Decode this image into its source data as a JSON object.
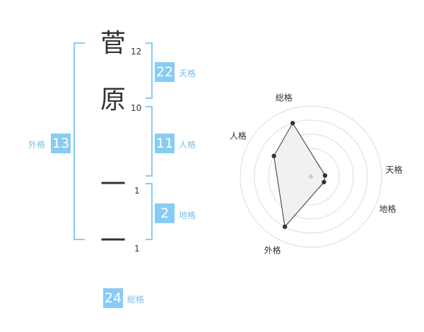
{
  "name": {
    "chars": [
      {
        "char": "菅",
        "strokes": "12"
      },
      {
        "char": "原",
        "strokes": "10"
      },
      {
        "char": "一",
        "strokes": "1"
      },
      {
        "char": "一",
        "strokes": "1"
      }
    ]
  },
  "fortune": {
    "tenkaku": {
      "label": "天格",
      "value": "22"
    },
    "jinkaku": {
      "label": "人格",
      "value": "11"
    },
    "chikaku": {
      "label": "地格",
      "value": "2"
    },
    "gaikaku": {
      "label": "外格",
      "value": "13"
    },
    "soukaku": {
      "label": "総格",
      "value": "24"
    }
  },
  "radar": {
    "axes": [
      "総格",
      "天格",
      "地格",
      "外格",
      "人格"
    ],
    "values": [
      4,
      1,
      1,
      4,
      3
    ],
    "max": 5,
    "colors": {
      "fill": "#f0f0f0",
      "ring": "#dddddd",
      "line": "#333333",
      "center": "#cccccc"
    }
  },
  "colors": {
    "accent": "#88ccf4",
    "label": "#78c0ec",
    "text": "#333333"
  }
}
